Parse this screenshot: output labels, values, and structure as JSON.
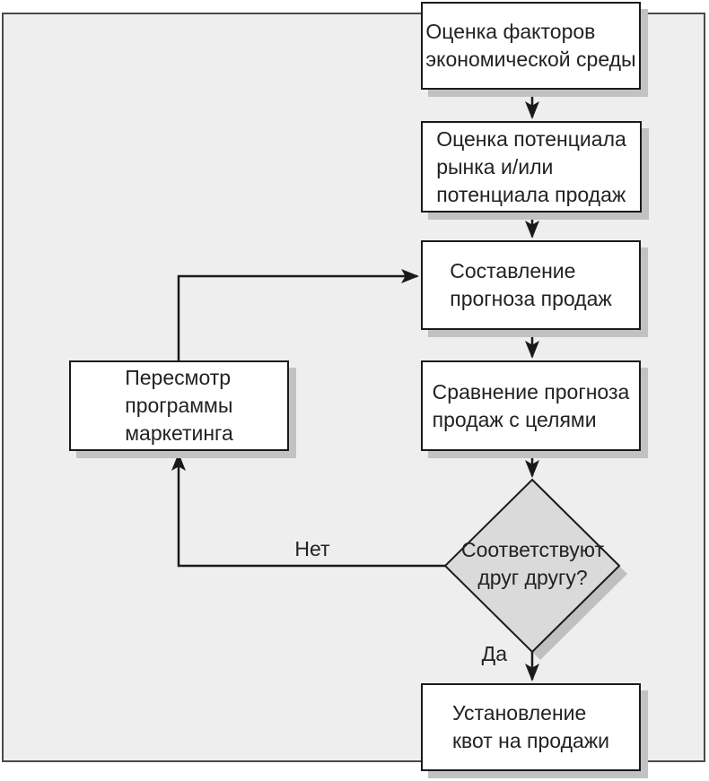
{
  "colors": {
    "canvas_fill": "#eeeeee",
    "canvas_border": "#4a4a4a",
    "node_fill": "#ffffff",
    "node_border": "#1a1a1a",
    "node_shadow": "#c2c2c2",
    "decision_fill": "#dadada",
    "decision_shadow": "#c0c0c0",
    "text": "#222222",
    "arrow": "#1a1a1a"
  },
  "nodes": {
    "assess_environment": {
      "label": "Оценка факторов\nэкономической среды"
    },
    "assess_potential": {
      "label": "Оценка потенциала\nрынка и/или\nпотенциала продаж"
    },
    "make_forecast": {
      "label": "Составление\nпрогноза продаж"
    },
    "compare_forecast": {
      "label": "Сравнение прогноза\nпродаж с целями"
    },
    "decision": {
      "label": "Соответствуют\nдруг другу?"
    },
    "revise_marketing": {
      "label": "Пересмотр\nпрограммы\nмаркетинга"
    },
    "set_quotas": {
      "label": "Установление\nквот на продажи"
    }
  },
  "edge_labels": {
    "no": "Нет",
    "yes": "Да"
  },
  "edges": [
    {
      "from": "assess_environment",
      "to": "assess_potential",
      "label": ""
    },
    {
      "from": "assess_potential",
      "to": "make_forecast",
      "label": ""
    },
    {
      "from": "make_forecast",
      "to": "compare_forecast",
      "label": ""
    },
    {
      "from": "compare_forecast",
      "to": "decision",
      "label": ""
    },
    {
      "from": "decision",
      "to": "set_quotas",
      "label": "Да"
    },
    {
      "from": "decision",
      "to": "revise_marketing",
      "label": "Нет"
    },
    {
      "from": "revise_marketing",
      "to": "make_forecast",
      "label": ""
    }
  ]
}
